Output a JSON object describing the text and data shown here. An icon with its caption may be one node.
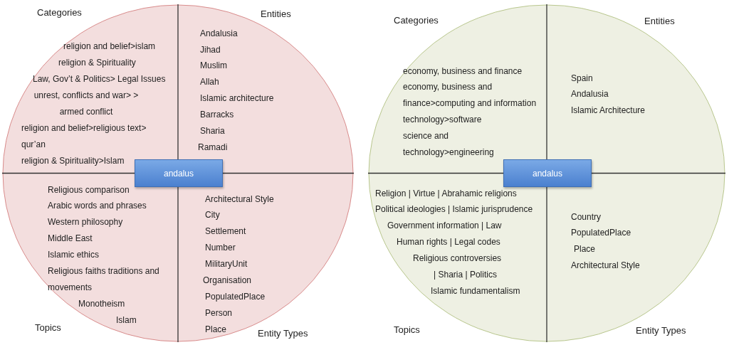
{
  "diagram": {
    "nodes": [
      {
        "text": [],
        "shape": "circle"
      },
      {
        "text": [
          "andalus"
        ],
        "in": 0
      },
      {
        "text": [],
        "shape": "circle"
      },
      {
        "text": [
          "andalus"
        ],
        "in": 2
      }
    ],
    "edges": [],
    "labels": [
      "Categories",
      "Entities",
      "religion and belief>islam",
      "religion & Spirituality",
      "Law, Gov’t & Politics> Legal Issues",
      "unrest, conflicts and war> > armed conflict",
      "religion and belief>religious text> qur’an",
      "religion & Spirituality>Islam",
      "Andalusia",
      "Jihad",
      "Muslim",
      "Allah",
      "Islamic architecture",
      "Barracks",
      "Sharia",
      "Ramadi",
      "Religious comparison",
      "Arabic words and phrases",
      "Western philosophy",
      "Middle East",
      "Islamic ethics",
      "Religious faiths traditions and movements",
      "Monotheism",
      "Islam",
      "Architectural Style",
      "City",
      "Settlement",
      "Number",
      "MilitaryUnit",
      "Organisation",
      "PopulatedPlace",
      "Person",
      "Place",
      "Topics",
      "Entity Types",
      "Categories",
      "Entities",
      "economy, business and finance",
      "economy, business and finance>computing and information technology>software",
      "science and technology>engineering",
      "Spain",
      "Andalusia",
      "Islamic Architecture",
      "Religion |  Virtue |  Abrahamic religions",
      "Political ideologies | Islamic jurisprudence",
      "Government information |  Law",
      "Human rights |  Legal codes",
      "Religious controversies",
      "|  Sharia | Politics",
      "Islamic fundamentalism",
      "Country",
      "PopulatedPlace",
      "Place",
      "Architectural Style",
      "Topics",
      "Entity Types"
    ]
  }
}
